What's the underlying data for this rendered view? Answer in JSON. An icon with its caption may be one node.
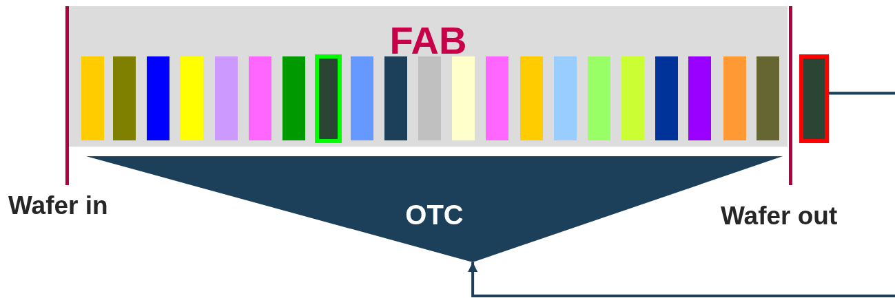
{
  "diagram": {
    "nodes": [
      {
        "text": [
          "FAB"
        ]
      },
      {
        "text": [
          "OTC"
        ]
      },
      {
        "text": [],
        "shape": "bar"
      }
    ],
    "edges": [
      {
        "from": 2,
        "to": 1,
        "arrow": "to"
      }
    ],
    "labels": [
      "Wafer in",
      "Wafer out"
    ]
  }
}
